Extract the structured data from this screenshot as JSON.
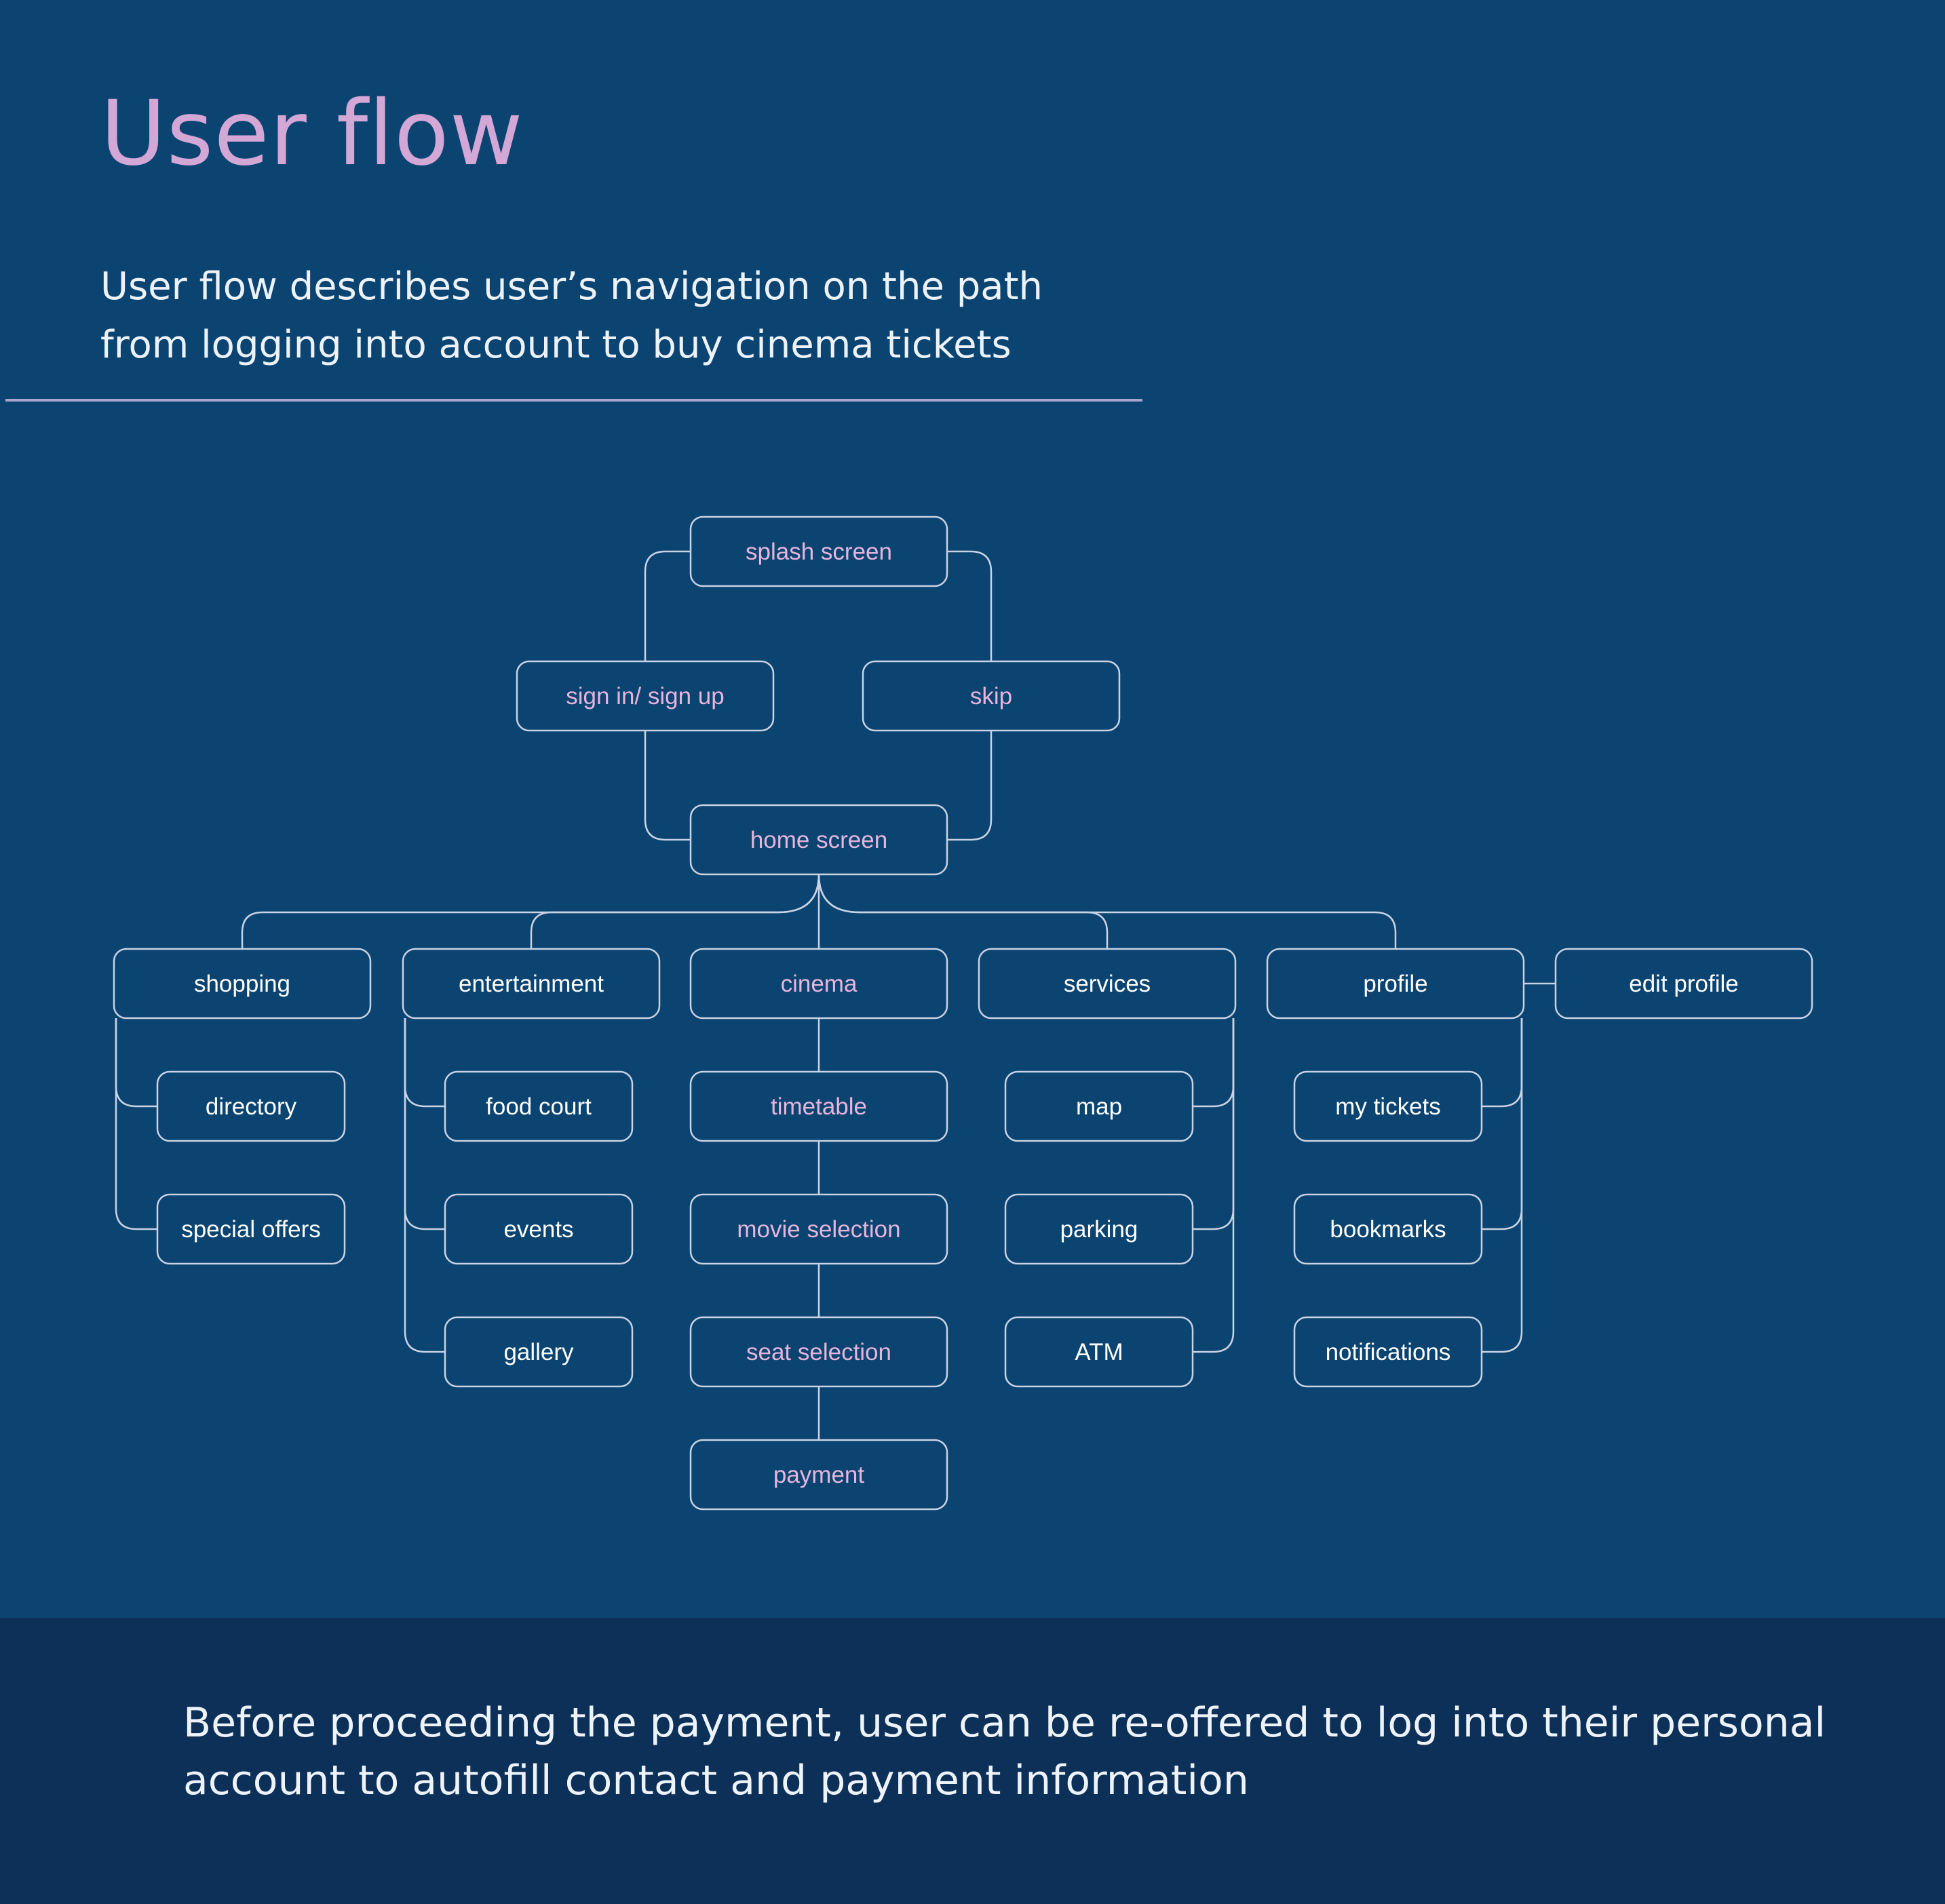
{
  "title": "User flow",
  "subtitle_lines": [
    "User flow describes user’s navigation on the path",
    "from logging into account to buy cinema tickets"
  ],
  "footer_lines": [
    "Before proceeding the payment, user can be re-offered to log into their personal",
    "account to autofill contact and payment information"
  ],
  "colors": {
    "background": "#0b4371",
    "footer_background": "#0c3058",
    "title": "#d3a7d6",
    "highlight_text": "#e5b6dc",
    "node_text": "#ffffff",
    "node_border": "#c9d3e4"
  },
  "nodes": [
    {
      "id": "splash",
      "label": "splash screen",
      "highlight": true
    },
    {
      "id": "signin",
      "label": "sign in/ sign up",
      "highlight": true
    },
    {
      "id": "skip",
      "label": "skip",
      "highlight": true
    },
    {
      "id": "home",
      "label": "home screen",
      "highlight": true
    },
    {
      "id": "shopping",
      "label": "shopping",
      "highlight": false
    },
    {
      "id": "entertainment",
      "label": "entertainment",
      "highlight": false
    },
    {
      "id": "cinema",
      "label": "cinema",
      "highlight": true
    },
    {
      "id": "services",
      "label": "services",
      "highlight": false
    },
    {
      "id": "profile",
      "label": "profile",
      "highlight": false
    },
    {
      "id": "editprofile",
      "label": "edit profile",
      "highlight": false
    },
    {
      "id": "directory",
      "label": "directory",
      "highlight": false
    },
    {
      "id": "specialoffers",
      "label": "special offers",
      "highlight": false
    },
    {
      "id": "foodcourt",
      "label": "food court",
      "highlight": false
    },
    {
      "id": "events",
      "label": "events",
      "highlight": false
    },
    {
      "id": "gallery",
      "label": "gallery",
      "highlight": false
    },
    {
      "id": "timetable",
      "label": "timetable",
      "highlight": true
    },
    {
      "id": "movieselection",
      "label": "movie selection",
      "highlight": true
    },
    {
      "id": "seatselection",
      "label": "seat selection",
      "highlight": true
    },
    {
      "id": "payment",
      "label": "payment",
      "highlight": true
    },
    {
      "id": "map",
      "label": "map",
      "highlight": false
    },
    {
      "id": "parking",
      "label": "parking",
      "highlight": false
    },
    {
      "id": "atm",
      "label": "ATM",
      "highlight": false
    },
    {
      "id": "mytickets",
      "label": "my tickets",
      "highlight": false
    },
    {
      "id": "bookmarks",
      "label": "bookmarks",
      "highlight": false
    },
    {
      "id": "notifications",
      "label": "notifications",
      "highlight": false
    }
  ],
  "edges": [
    [
      "splash",
      "signin"
    ],
    [
      "splash",
      "skip"
    ],
    [
      "signin",
      "home"
    ],
    [
      "skip",
      "home"
    ],
    [
      "home",
      "shopping"
    ],
    [
      "home",
      "entertainment"
    ],
    [
      "home",
      "cinema"
    ],
    [
      "home",
      "services"
    ],
    [
      "home",
      "profile"
    ],
    [
      "profile",
      "editprofile"
    ],
    [
      "shopping",
      "directory"
    ],
    [
      "shopping",
      "specialoffers"
    ],
    [
      "entertainment",
      "foodcourt"
    ],
    [
      "entertainment",
      "events"
    ],
    [
      "entertainment",
      "gallery"
    ],
    [
      "cinema",
      "timetable"
    ],
    [
      "timetable",
      "movieselection"
    ],
    [
      "movieselection",
      "seatselection"
    ],
    [
      "seatselection",
      "payment"
    ],
    [
      "services",
      "map"
    ],
    [
      "services",
      "parking"
    ],
    [
      "services",
      "atm"
    ],
    [
      "profile",
      "mytickets"
    ],
    [
      "profile",
      "bookmarks"
    ],
    [
      "profile",
      "notifications"
    ]
  ]
}
